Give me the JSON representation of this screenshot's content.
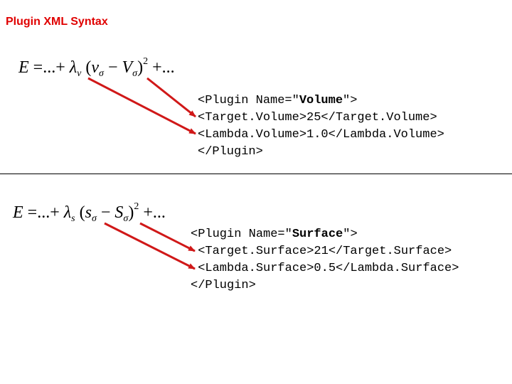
{
  "title": "Plugin XML Syntax",
  "colors": {
    "title": "#e00000",
    "arrow": "#d01818"
  },
  "volume": {
    "equation": {
      "lhs": "E",
      "eq": "=",
      "lead": "...+",
      "lambda": "λ",
      "lambda_sub": "v",
      "open": "(",
      "var": "v",
      "var_sub": "σ",
      "minus": "−",
      "target": "V",
      "target_sub": "σ",
      "close": ")",
      "exponent": "2",
      "tail": "+..."
    },
    "xml": {
      "open_prefix": "<Plugin Name=\"",
      "name": "Volume",
      "open_suffix": "\">",
      "target_line": "<Target.Volume>25</Target.Volume>",
      "lambda_line": "<Lambda.Volume>1.0</Lambda.Volume>",
      "close_line": "</Plugin>"
    }
  },
  "surface": {
    "equation": {
      "lhs": "E",
      "eq": "=",
      "lead": "...+",
      "lambda": "λ",
      "lambda_sub": "s",
      "open": "(",
      "var": "s",
      "var_sub": "σ",
      "minus": "−",
      "target": "S",
      "target_sub": "σ",
      "close": ")",
      "exponent": "2",
      "tail": "+..."
    },
    "xml": {
      "open_prefix": "<Plugin Name=\"",
      "name": "Surface",
      "open_suffix": "\">",
      "target_line": " <Target.Surface>21</Target.Surface>",
      "lambda_line": " <Lambda.Surface>0.5</Lambda.Surface>",
      "close_line": "</Plugin>"
    }
  }
}
